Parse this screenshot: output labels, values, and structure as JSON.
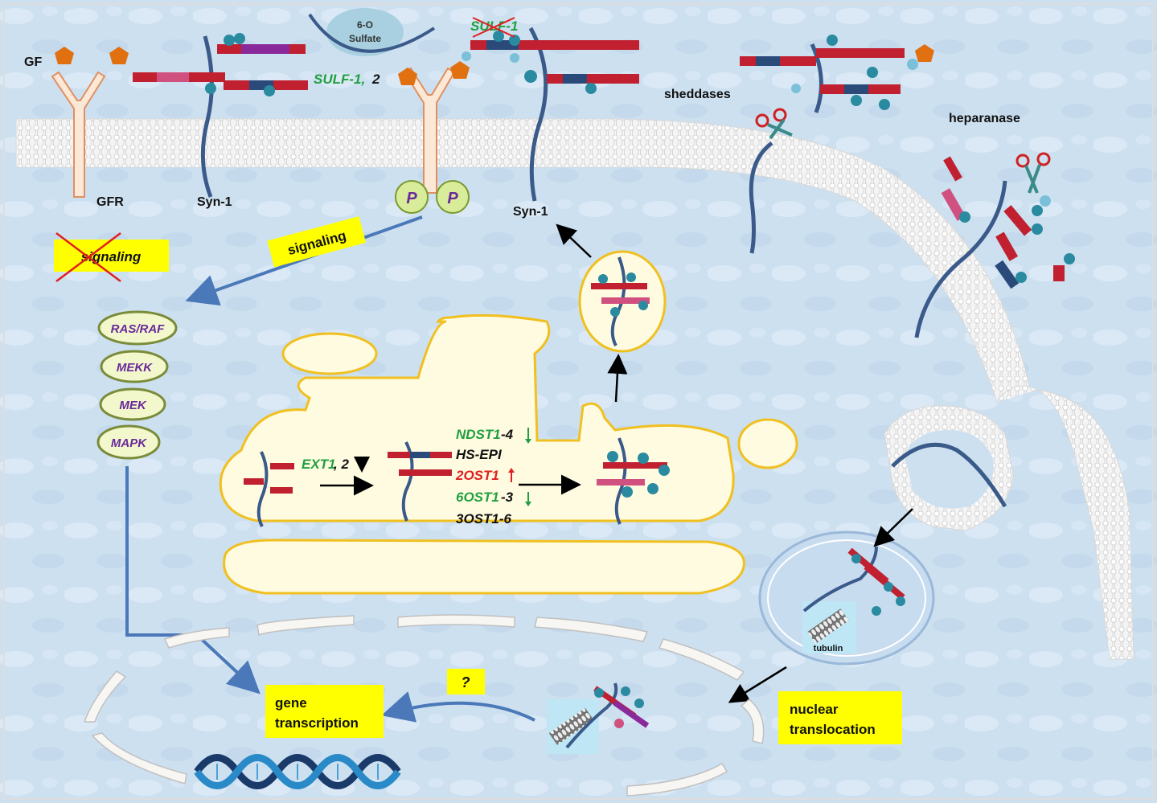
{
  "labels": {
    "gf": "GF",
    "gfr": "GFR",
    "syn1_left": "Syn-1",
    "syn1_right": "Syn-1",
    "six_o_sulfate_line1": "6-O",
    "six_o_sulfate_line2": "Sulfate",
    "sulf1_crossed": "SULF-1",
    "sulf12_gene": "SULF-1,",
    "sulf12_num": "2",
    "sheddases": "sheddases",
    "heparanase": "heparanase",
    "p1": "P",
    "p2": "P",
    "signaling_blocked": "signaling",
    "signaling": "signaling",
    "ras_raf": "RAS/RAF",
    "mekk": "MEKK",
    "mek": "MEK",
    "mapk": "MAPK",
    "ext_gene": "EXT1",
    "ext_num": ", 2",
    "ndst_gene": "NDST1",
    "ndst_num": "-4",
    "hs_epi": "HS-EPI",
    "two_ost": "2OST1",
    "six_ost_gene": "6OST1",
    "six_ost_num": "-3",
    "three_ost": "3OST1-6",
    "tubulin": "tubulin",
    "question": "?",
    "gene_transcription_line1": "gene",
    "gene_transcription_line2": "transcription",
    "nuclear_translocation_line1": "nuclear",
    "nuclear_translocation_line2": "translocation"
  },
  "colors": {
    "background": "#cfe0f0",
    "membrane": "#e8e8e8",
    "golgi_fill": "#fffbe0",
    "golgi_stroke": "#f0c020",
    "yellow_box": "#ffff00",
    "kinase_fill": "#f2f8cc",
    "kinase_stroke": "#7a8c3a",
    "kinase_text": "#6a2a9a",
    "core_protein": "#3a5a8a",
    "gf_orange": "#e07010",
    "green_text": "#20a040",
    "red_text": "#e02020",
    "teal": "#2a8aa0",
    "arrow_blue": "#4a78b8"
  }
}
